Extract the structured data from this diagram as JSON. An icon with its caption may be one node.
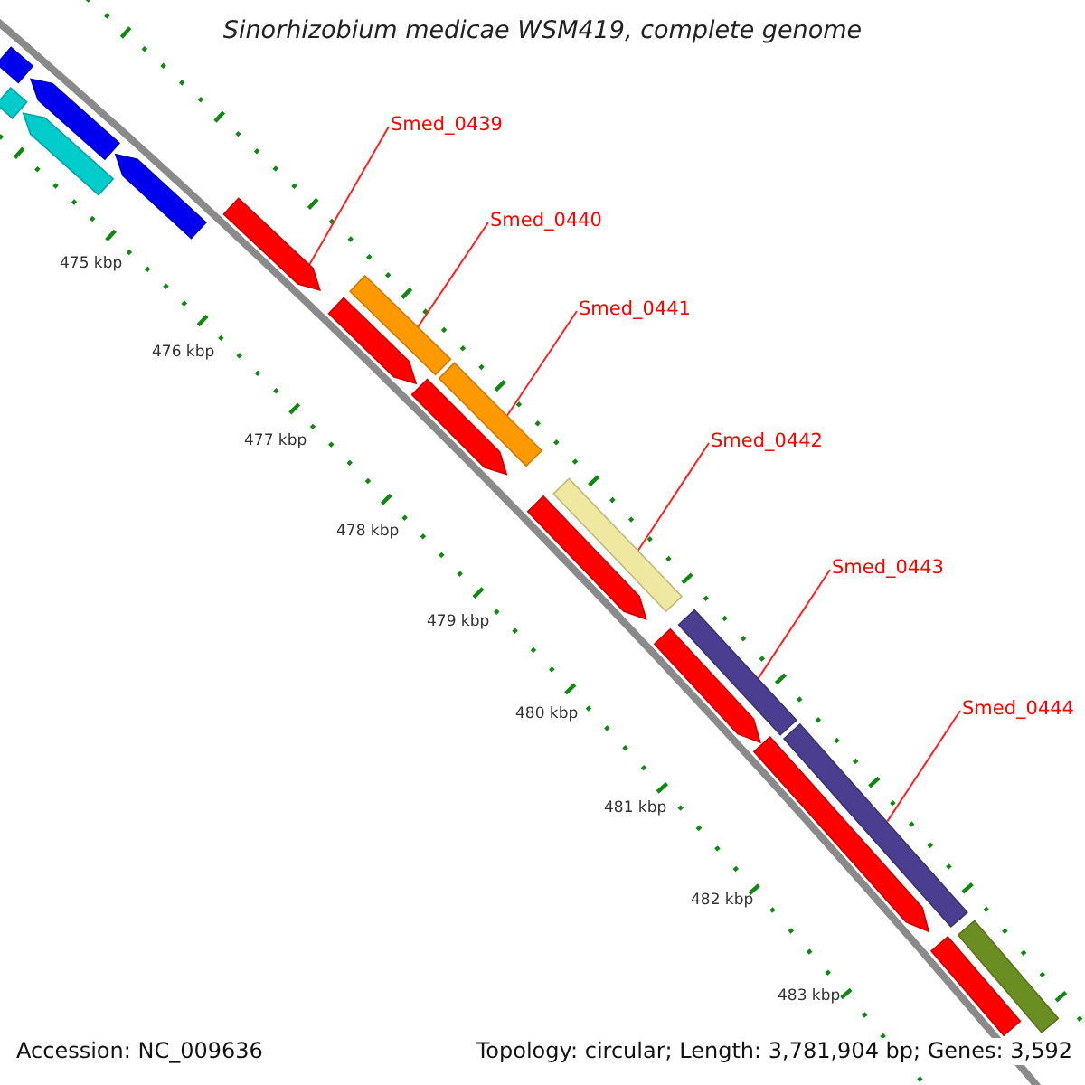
{
  "diagram": {
    "title": "Sinorhizobium medicae WSM419, complete genome",
    "nodes": [
      {
        "text": [
          "Smed_0439"
        ]
      },
      {
        "text": [
          "Smed_0440"
        ]
      },
      {
        "text": [
          "Smed_0441"
        ]
      },
      {
        "text": [
          "Smed_0442"
        ]
      },
      {
        "text": [
          "Smed_0443"
        ]
      },
      {
        "text": [
          "Smed_0444"
        ]
      },
      {
        "text": [],
        "shape": "bar"
      },
      {
        "text": [],
        "shape": "bar"
      },
      {
        "text": [],
        "shape": "bar"
      },
      {
        "text": [],
        "shape": "bar"
      },
      {
        "text": [],
        "shape": "bar"
      },
      {
        "text": [],
        "shape": "bar"
      },
      {
        "text": [],
        "shape": "bar"
      },
      {
        "text": [],
        "shape": "bar"
      },
      {
        "text": [],
        "shape": "bar"
      },
      {
        "text": [],
        "shape": "bar"
      },
      {
        "text": [],
        "shape": "bar"
      },
      {
        "text": [],
        "shape": "bar"
      },
      {
        "text": [],
        "shape": "bar"
      },
      {
        "text": [],
        "shape": "bar"
      },
      {
        "text": [],
        "shape": "bar"
      },
      {
        "text": [],
        "shape": "bar"
      },
      {
        "text": [],
        "shape": "bar"
      },
      {
        "text": [],
        "shape": "bar"
      }
    ],
    "edges": [
      {
        "from": 0,
        "to": 11,
        "arrow": "none"
      },
      {
        "from": 1,
        "to": 12,
        "arrow": "none"
      },
      {
        "from": 2,
        "to": 15,
        "arrow": "none"
      },
      {
        "from": 3,
        "to": 17,
        "arrow": "none"
      },
      {
        "from": 4,
        "to": 19,
        "arrow": "none"
      },
      {
        "from": 5,
        "to": 21,
        "arrow": "none"
      }
    ],
    "labels": [
      "475 kbp",
      "476 kbp",
      "477 kbp",
      "478 kbp",
      "479 kbp",
      "480 kbp",
      "481 kbp",
      "482 kbp",
      "483 kbp",
      "Accession: NC_009636",
      "Topology: circular; Length: 3,781,904 bp; Genes: 3,592"
    ]
  }
}
